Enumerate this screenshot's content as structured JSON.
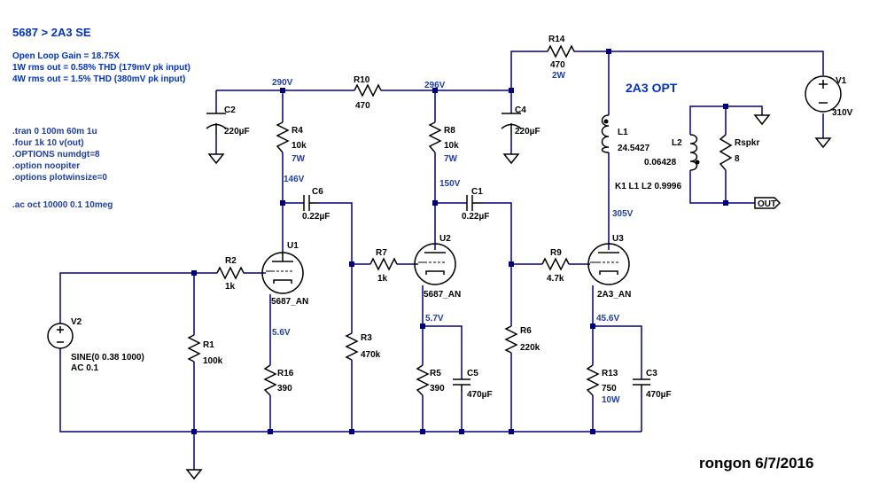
{
  "header": {
    "title": "5687 > 2A3 SE",
    "notes": [
      "Open Loop Gain = 18.75X",
      "1W rms out = 0.58% THD (179mV pk input)",
      "4W rms out = 1.5% THD (380mV pk input)"
    ]
  },
  "directives": [
    ".tran 0 100m 60m 1u",
    ".four 1k 10 v(out)",
    ".OPTIONS numdgt=8",
    ".option noopiter",
    ".options plotwinsize=0",
    ".ac oct 10000 0.1 10meg"
  ],
  "opt_label": "2A3 OPT",
  "coupling": "K1 L1 L2 0.9996",
  "out_label": "OUT",
  "author": "rongon 6/7/2016",
  "components": {
    "R14": {
      "name": "R14",
      "value": "470",
      "power": "2W"
    },
    "R10": {
      "name": "R10",
      "value": "470"
    },
    "V1": {
      "name": "V1",
      "value": "310V"
    },
    "C2": {
      "name": "C2",
      "value": "220µF"
    },
    "R4": {
      "name": "R4",
      "value": "10k",
      "power": "7W"
    },
    "R8": {
      "name": "R8",
      "value": "10k",
      "power": "7W"
    },
    "C4": {
      "name": "C4",
      "value": "220µF"
    },
    "L1": {
      "name": "L1",
      "value": "24.5427"
    },
    "L2": {
      "name": "L2",
      "value": "0.06428"
    },
    "Rspkr": {
      "name": "Rspkr",
      "value": "8"
    },
    "C6": {
      "name": "C6",
      "value": "0.22µF"
    },
    "C1": {
      "name": "C1",
      "value": "0.22µF"
    },
    "U1": {
      "name": "U1",
      "model": "5687_AN"
    },
    "U2": {
      "name": "U2",
      "model": "5687_AN"
    },
    "U3": {
      "name": "U3",
      "model": "2A3_AN"
    },
    "R2": {
      "name": "R2",
      "value": "1k"
    },
    "R7": {
      "name": "R7",
      "value": "1k"
    },
    "R9": {
      "name": "R9",
      "value": "4.7k"
    },
    "V2": {
      "name": "V2",
      "value": "SINE(0 0.38 1000)",
      "ac": "AC 0.1"
    },
    "R1": {
      "name": "R1",
      "value": "100k"
    },
    "R3": {
      "name": "R3",
      "value": "470k"
    },
    "R6": {
      "name": "R6",
      "value": "220k"
    },
    "R16": {
      "name": "R16",
      "value": "390"
    },
    "R5": {
      "name": "R5",
      "value": "390"
    },
    "C5": {
      "name": "C5",
      "value": "470µF"
    },
    "R13": {
      "name": "R13",
      "value": "750",
      "power": "10W"
    },
    "C3": {
      "name": "C3",
      "value": "470µF"
    }
  },
  "voltages": {
    "n290": "290V",
    "n296": "296V",
    "n146": "146V",
    "n150": "150V",
    "n305": "305V",
    "n5_6": "5.6V",
    "n5_7": "5.7V",
    "n45_6": "45.6V"
  }
}
